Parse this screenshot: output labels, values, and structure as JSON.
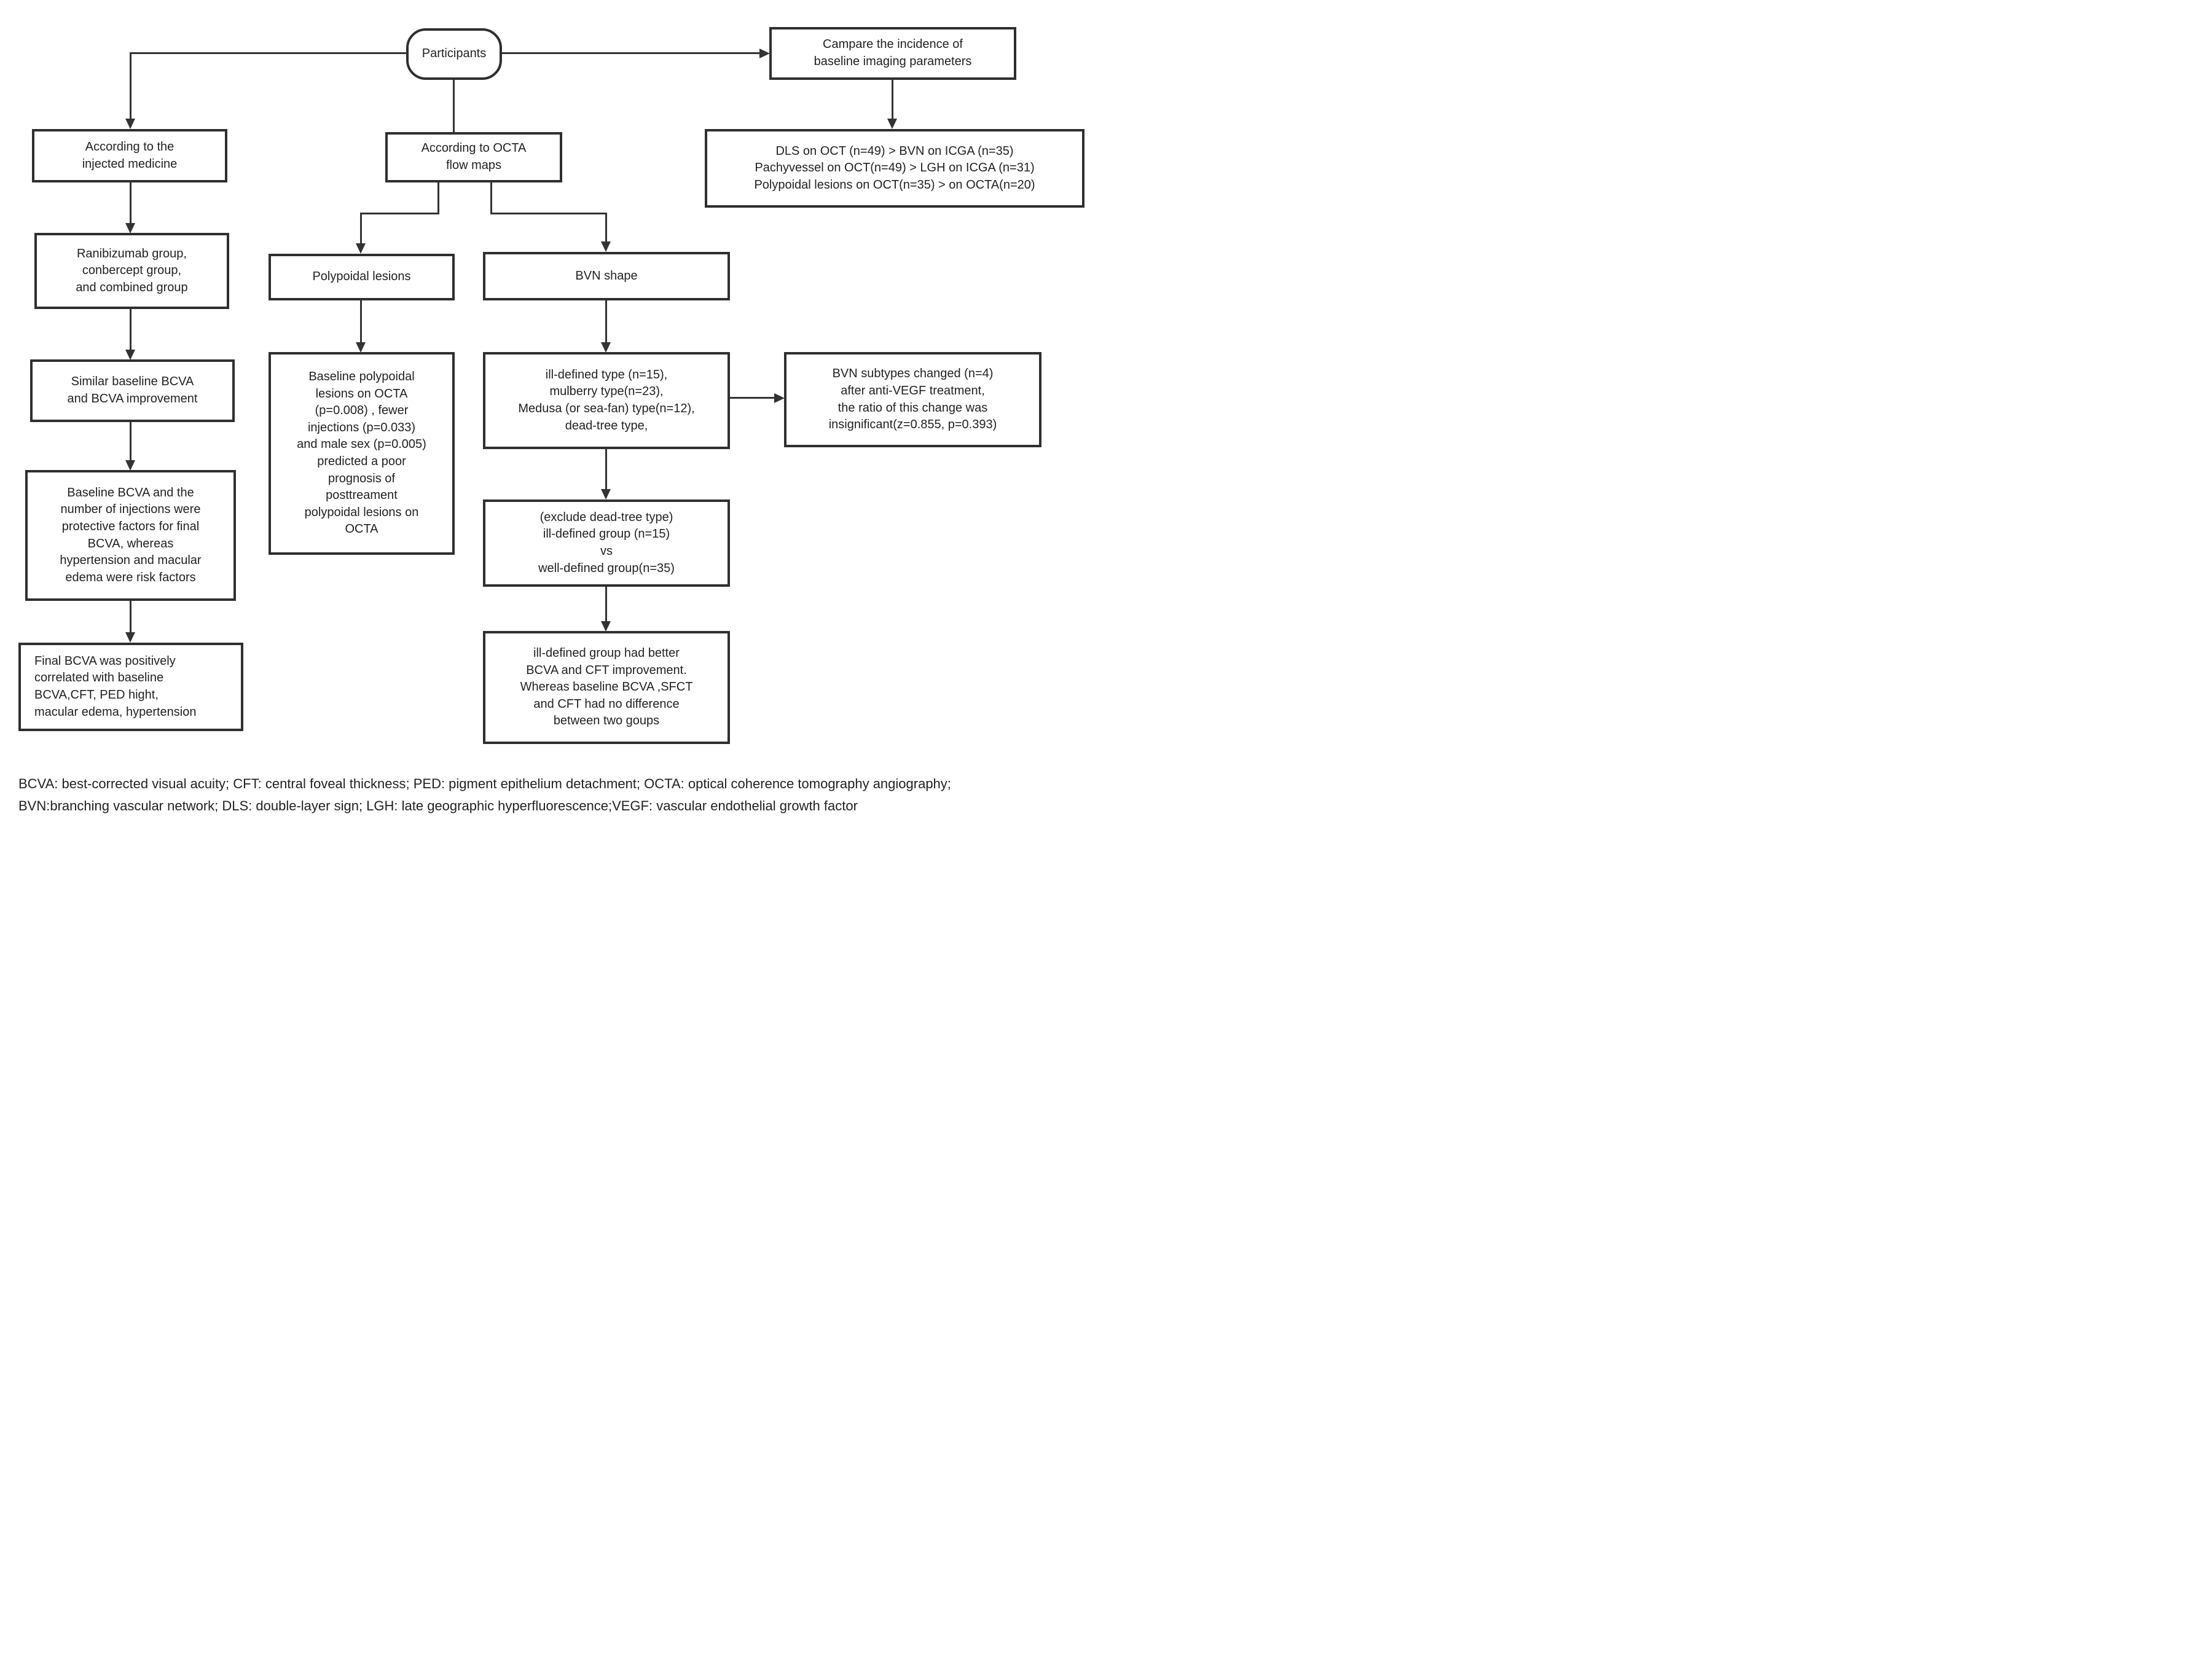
{
  "colors": {
    "background": "#ffffff",
    "border": "#2f2f2f",
    "line": "#333333",
    "text": "#222222"
  },
  "nodes": {
    "participants": {
      "text": "Participants"
    },
    "injected_medicine": {
      "lines": [
        "According to the",
        "injected medicine"
      ]
    },
    "medicine_groups": {
      "lines": [
        "Ranibizumab group,",
        "conbercept group,",
        "and combined group"
      ]
    },
    "similar_baseline": {
      "lines": [
        "Similar baseline BCVA",
        "and BCVA improvement"
      ]
    },
    "protective_factors": {
      "lines": [
        "Baseline BCVA and the",
        "number of injections were",
        "protective factors for final",
        "BCVA, whereas",
        "hypertension and macular",
        "edema were risk factors"
      ]
    },
    "final_bcva": {
      "lines": [
        "Final BCVA was positively",
        "correlated with  baseline",
        "BCVA,CFT, PED hight,",
        "macular edema, hypertension"
      ]
    },
    "octa_flow_maps": {
      "lines": [
        "According to OCTA",
        "flow maps"
      ]
    },
    "polypoidal_lesions": {
      "text": "Polypoidal lesions"
    },
    "polypoidal_prognosis": {
      "lines": [
        "Baseline polypoidal",
        "lesions on OCTA",
        "(p=0.008) , fewer",
        "injections (p=0.033)",
        "and male sex (p=0.005)",
        "predicted a poor",
        "prognosis of",
        "posttreament",
        "polypoidal lesions on",
        "OCTA"
      ]
    },
    "bvn_shape": {
      "text": "BVN shape"
    },
    "bvn_types": {
      "lines": [
        "ill-defined type (n=15),",
        "mulberry type(n=23),",
        "Medusa (or sea-fan) type(n=12),",
        "dead-tree type,"
      ]
    },
    "group_comparison": {
      "lines": [
        "(exclude dead-tree type)",
        "ill-defined group (n=15)",
        "vs",
        "well-defined group(n=35)"
      ]
    },
    "group_outcome": {
      "lines": [
        "ill-defined group had better",
        "BCVA and CFT improvement.",
        "Whereas baseline BCVA ,SFCT",
        "and CFT had no difference",
        "between two goups"
      ]
    },
    "compare_incidence": {
      "lines": [
        "Campare the incidence of",
        "baseline imaging parameters"
      ]
    },
    "incidence_results": {
      "lines": [
        "DLS on OCT (n=49) > BVN on ICGA (n=35)",
        "Pachyvessel on OCT(n=49) > LGH on ICGA (n=31)",
        "Polypoidal lesions on OCT(n=35) > on OCTA(n=20)"
      ]
    },
    "bvn_subtypes_changed": {
      "lines": [
        "BVN subtypes changed (n=4)",
        "after anti-VEGF treatment,",
        "the ratio of this change was",
        "insignificant(z=0.855, p=0.393)"
      ]
    }
  },
  "legend": {
    "lines": [
      "BCVA: best-corrected visual acuity; CFT: central foveal thickness; PED: pigment epithelium detachment; OCTA: optical coherence tomography angiography;",
      "BVN:branching vascular network; DLS: double-layer sign; LGH: late geographic hyperfluorescence;VEGF: vascular endothelial growth factor"
    ]
  }
}
